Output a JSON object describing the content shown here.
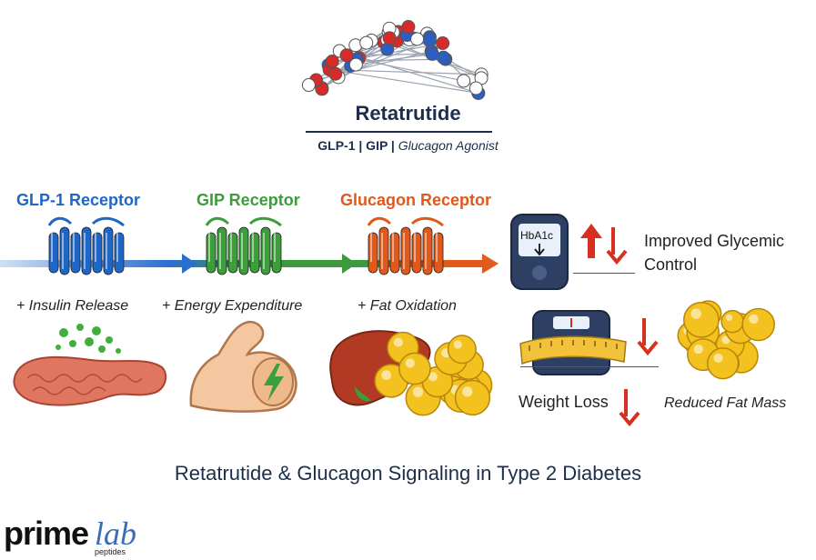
{
  "header": {
    "title": "Retatrutide",
    "subtitle_main": "GLP-1 | GIP | ",
    "subtitle_italic": "Glucagon Agonist"
  },
  "receptors": [
    {
      "label": "GLP-1 Receptor",
      "effect": "+ Insulin Release",
      "color": "#1f67c7"
    },
    {
      "label": "GIP Receptor",
      "effect": "+ Energy Expenditure",
      "color": "#3b9e3a"
    },
    {
      "label": "Glucagon Receptor",
      "effect": "+ Fat Oxidation",
      "color": "#e2581b"
    }
  ],
  "outcomes": {
    "glycemic": "Improved Glycemic Control",
    "glycemic_line1": "Improved Glycemic",
    "glycemic_line2": "Control",
    "meter_label": "HbA1c",
    "weight_loss": "Weight Loss",
    "fat_mass": "Reduced Fat Mass"
  },
  "footer": {
    "title": "Retatrutide & Glucagon Signaling in Type 2 Diabetes"
  },
  "logo": {
    "prime": "prime",
    "lab": "lab",
    "sub": "peptides"
  },
  "icons": {
    "molecule": "molecule-icon",
    "pancreas": "pancreas-icon",
    "muscle": "flexed-arm-icon",
    "liver": "liver-icon",
    "fat_cells": "fat-cells-icon",
    "glucose_meter": "glucose-meter-icon",
    "scale": "bathroom-scale-icon",
    "arrow_up": "arrow-up-icon",
    "arrow_down": "arrow-down-icon"
  }
}
